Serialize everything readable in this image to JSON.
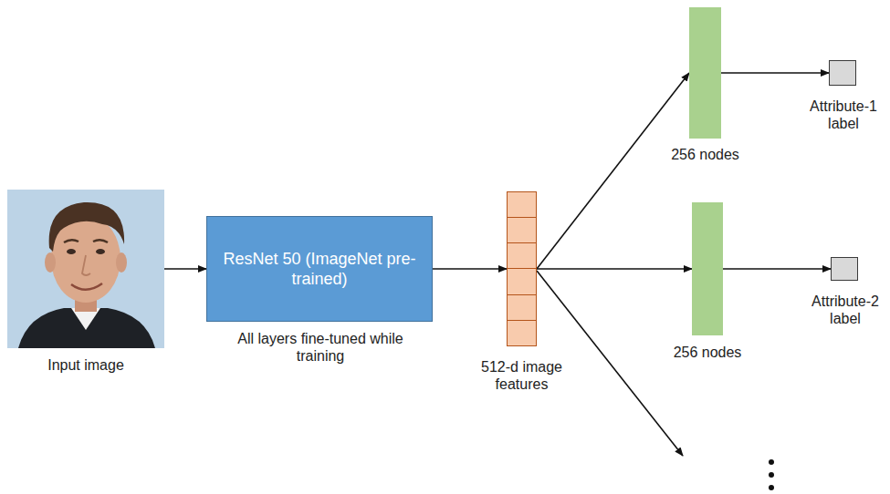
{
  "diagram": {
    "nodes": [
      {
        "text": [
          "Input image"
        ]
      },
      {
        "text": [
          "ResNet 50 (ImageNet pre-trained)",
          "All layers fine-tuned while training"
        ]
      },
      {
        "text": [
          "512-d image features"
        ]
      },
      {
        "text": [
          "256 nodes"
        ]
      },
      {
        "text": [
          "Attribute-1 label"
        ]
      },
      {
        "text": [
          "256 nodes"
        ]
      },
      {
        "text": [
          "Attribute-2 label"
        ]
      }
    ],
    "edges": [
      {
        "from": 0,
        "to": 1,
        "arrow": "to"
      },
      {
        "from": 1,
        "to": 2,
        "arrow": "to"
      },
      {
        "from": 2,
        "to": 3,
        "arrow": "to"
      },
      {
        "from": 3,
        "to": 4,
        "arrow": "to"
      },
      {
        "from": 2,
        "to": 5,
        "arrow": "to"
      },
      {
        "from": 5,
        "to": 6,
        "arrow": "to"
      }
    ]
  }
}
